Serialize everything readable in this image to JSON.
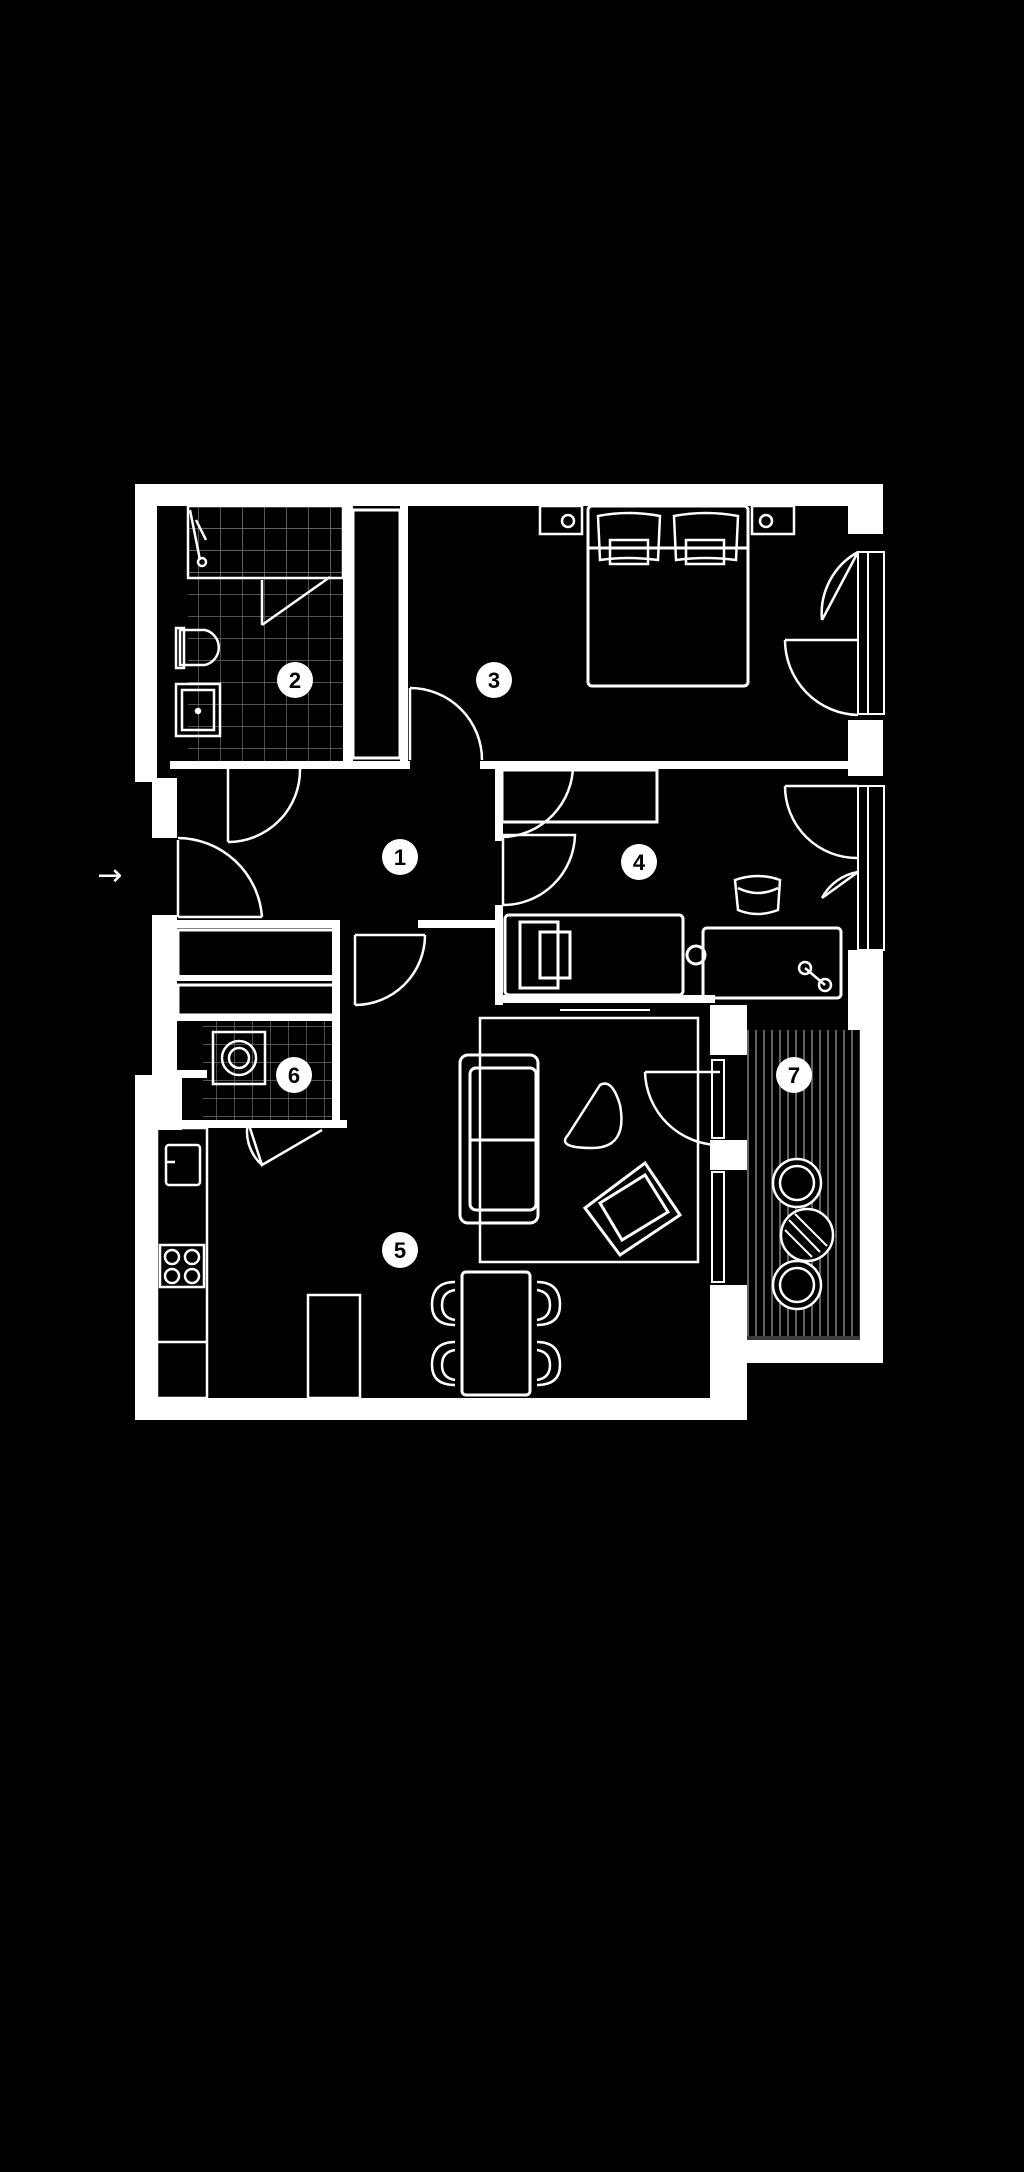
{
  "plan": {
    "entrance_arrow": "→",
    "colors": {
      "background": "#000000",
      "wall": "#ffffff",
      "line": "#ffffff",
      "tile_grid": "#6e6e6e",
      "balcony_deck": "#7a7a7a",
      "balcony_fill": "#3a3a3a",
      "badge_text": "#000000"
    },
    "rooms": [
      {
        "id": "hallway",
        "label": "1"
      },
      {
        "id": "bathroom",
        "label": "2"
      },
      {
        "id": "bedroom",
        "label": "3"
      },
      {
        "id": "bedroom-2",
        "label": "4"
      },
      {
        "id": "living-kitchen",
        "label": "5"
      },
      {
        "id": "utility",
        "label": "6"
      },
      {
        "id": "balcony",
        "label": "7"
      }
    ],
    "icons": [
      "entrance-arrow-icon",
      "door-icon",
      "window-icon",
      "bed-icon",
      "pillow-icon",
      "nightstand-icon",
      "lamp-icon",
      "sofa-icon",
      "armchair-icon",
      "coffee-table-icon",
      "rug-icon",
      "dining-table-icon",
      "dining-chair-icon",
      "desk-icon",
      "desk-chair-icon",
      "kitchen-sink-icon",
      "cooktop-icon",
      "toilet-icon",
      "washbasin-icon",
      "shower-icon",
      "washing-machine-icon",
      "wardrobe-icon",
      "balcony-chair-icon",
      "balcony-table-icon"
    ]
  }
}
